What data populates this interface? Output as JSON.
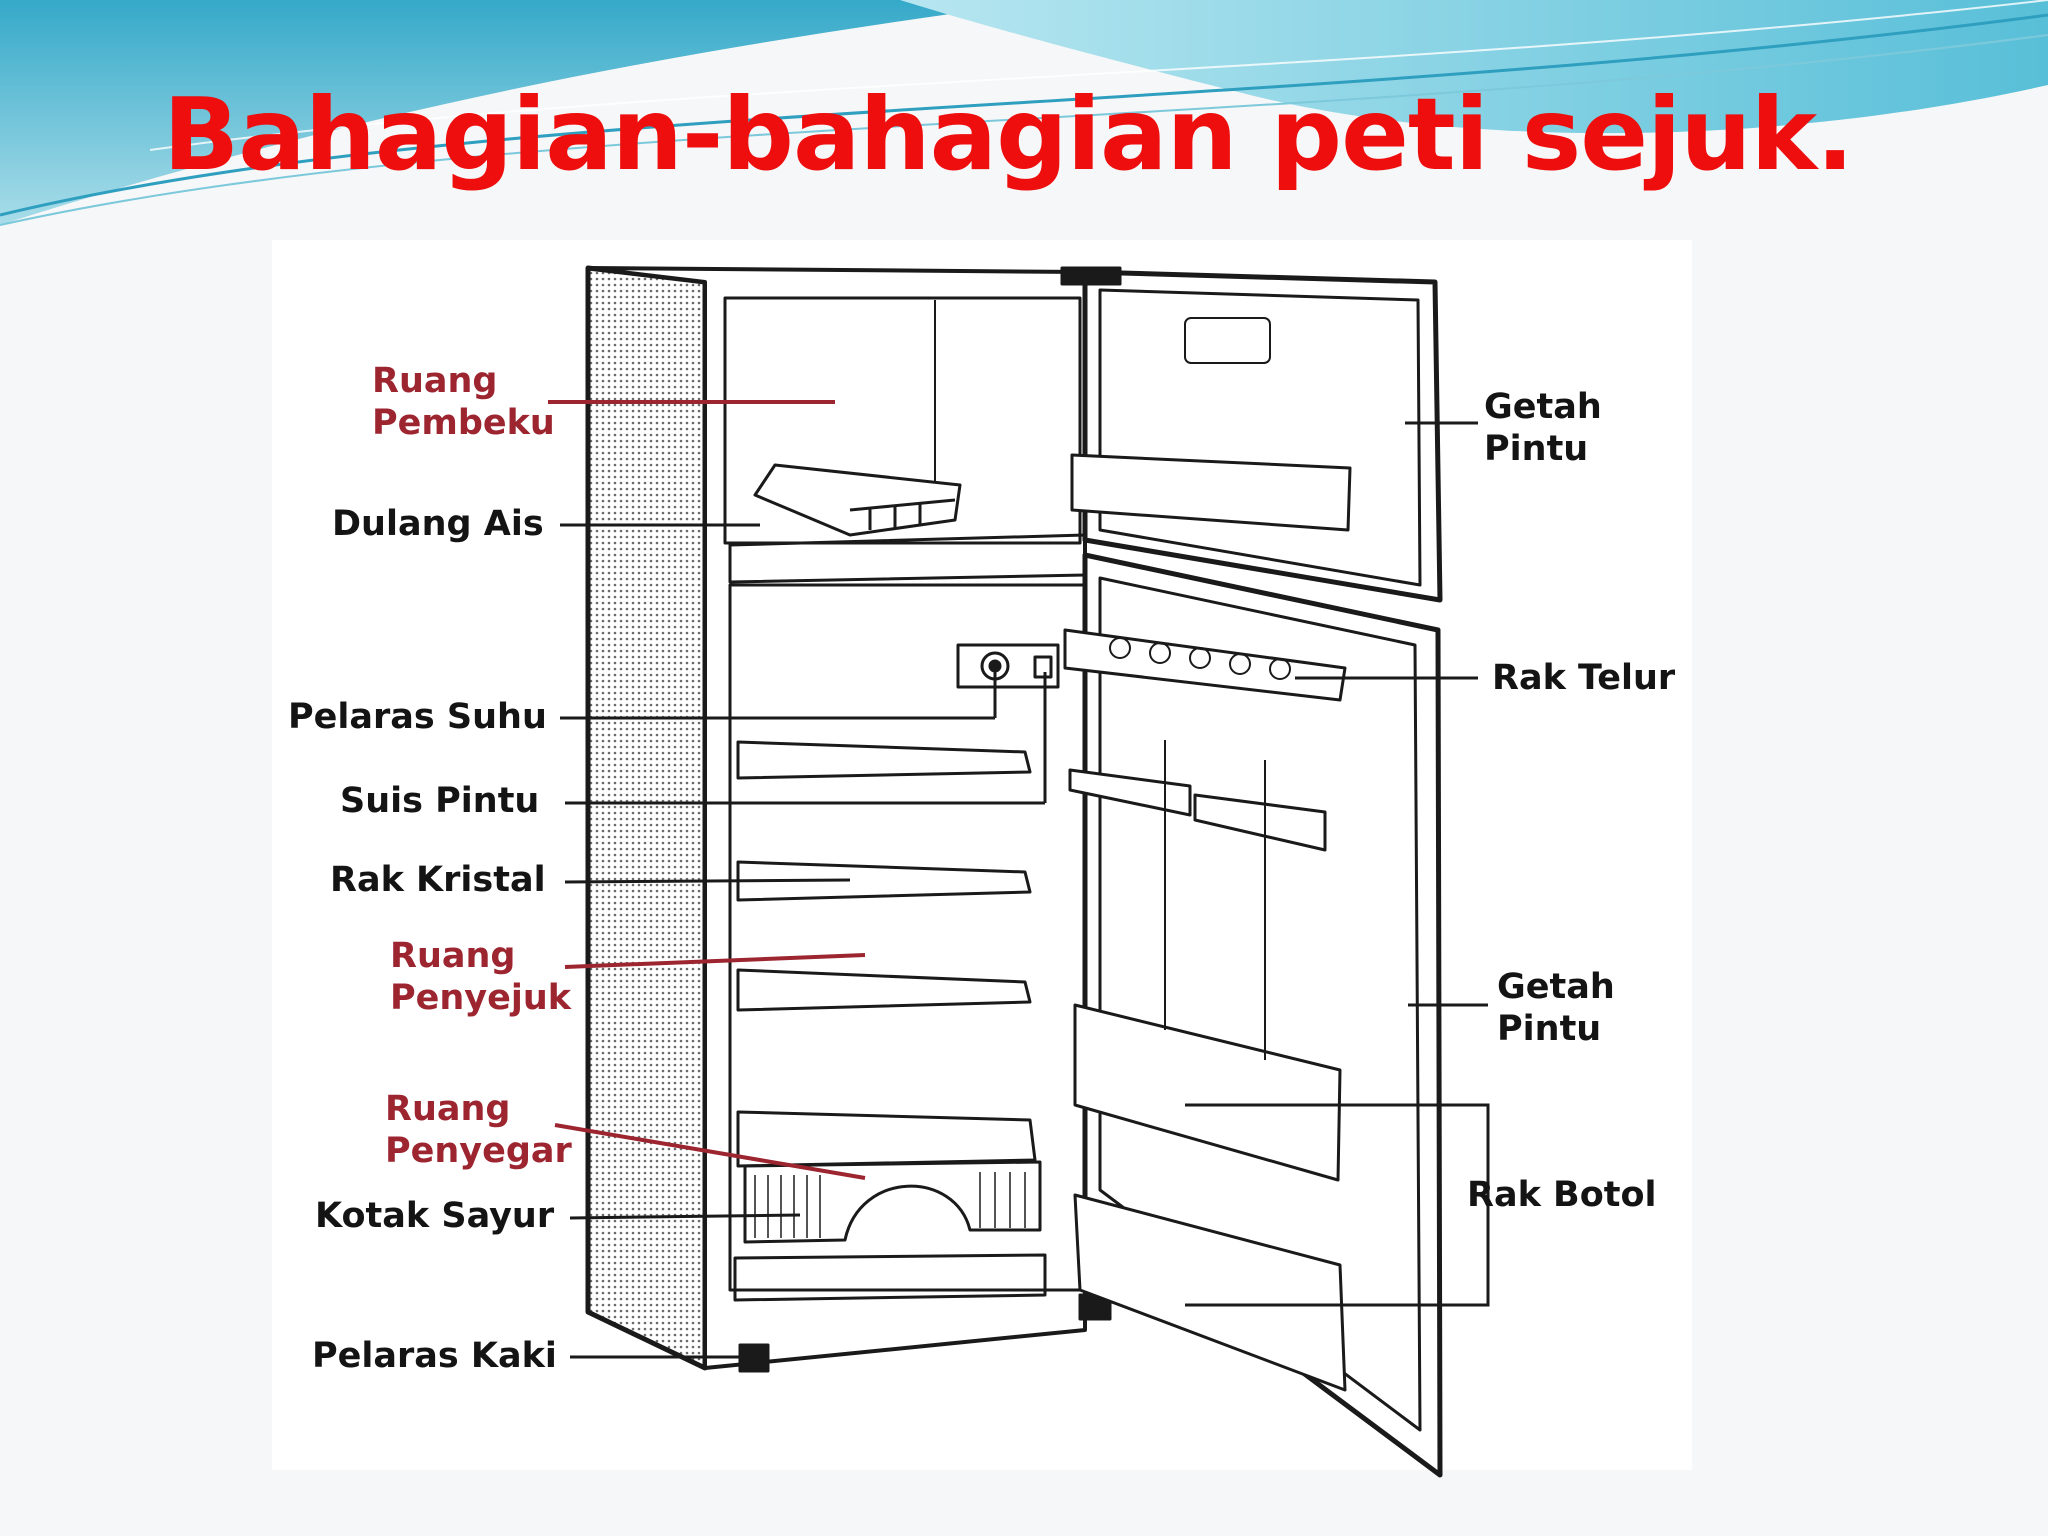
{
  "slide": {
    "title": "Bahagian-bahagian peti sejuk.",
    "title_color": "#ee0e0e",
    "accent_color": "#3fb7d6",
    "label_color_dark": "#141414",
    "label_color_red": "#9c2530"
  },
  "labels": {
    "ruang_pembeku": {
      "line1": "Ruang",
      "line2": "Pembeku"
    },
    "dulang_ais": "Dulang Ais",
    "pelaras_suhu": "Pelaras Suhu",
    "suis_pintu": "Suis Pintu",
    "rak_kristal": "Rak Kristal",
    "ruang_penyejuk": {
      "line1": "Ruang",
      "line2": "Penyejuk"
    },
    "ruang_penyegar": {
      "line1": "Ruang",
      "line2": "Penyegar"
    },
    "kotak_sayur": "Kotak Sayur",
    "pelaras_kaki": "Pelaras Kaki",
    "getah_pintu_top": {
      "line1": "Getah",
      "line2": "Pintu"
    },
    "rak_telur": "Rak Telur",
    "getah_pintu_bottom": {
      "line1": "Getah",
      "line2": "Pintu"
    },
    "rak_botol": "Rak Botol"
  }
}
